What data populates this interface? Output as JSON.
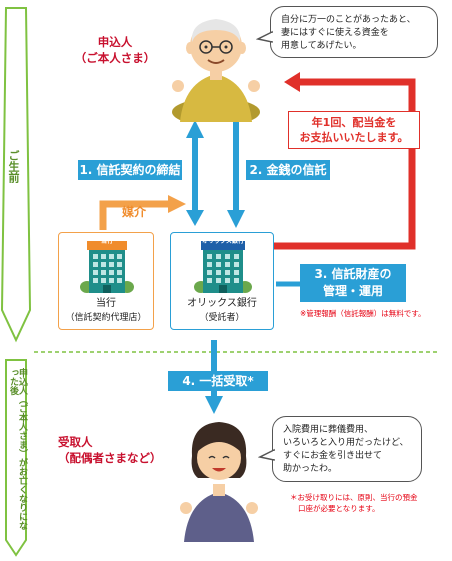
{
  "left_labels": {
    "top": "ご生前",
    "bottom": "申込人（ご本人さま）がお亡くなりになった後"
  },
  "applicant": {
    "name_lines": [
      "申込人",
      "（ご本人さま）"
    ],
    "speech_lines": [
      "自分に万一のことがあったあと、",
      "妻にはすぐに使える資金を",
      "用意してあげたい。"
    ]
  },
  "dividend": {
    "label_lines": [
      "年1回、配当金を",
      "お支払いいたします。"
    ]
  },
  "steps": {
    "step1": "1. 信託契約の締結",
    "step2": "2. 金銭の信託",
    "step3_lines": [
      "3. 信託財産の",
      "管理・運用"
    ],
    "step4": "4. 一括受取*"
  },
  "intermediary": "媒介",
  "bank_local": {
    "sign": "当行",
    "caption_lines": [
      "当行",
      "（信託契約代理店）"
    ]
  },
  "bank_orix": {
    "sign": "オリックス銀行",
    "caption_lines": [
      "オリックス銀行",
      "（受託者）"
    ]
  },
  "fee_note": "※管理報酬（信託報酬）は無料です。",
  "beneficiary": {
    "name_lines": [
      "受取人",
      "（配偶者さまなど）"
    ],
    "speech_lines": [
      "入院費用に葬儀費用、",
      "いろいろと入り用だったけど、",
      "すぐにお金を引き出せて",
      "助かったわ。"
    ]
  },
  "receipt_note_lines": [
    "＊お受け取りには、原則、当行の預金",
    "口座が必要となります。"
  ],
  "colors": {
    "accent_green": "#7fc241",
    "blue": "#2a9fd6",
    "red": "#e0302a",
    "orange": "#f3a14a",
    "name_red": "#c8102e"
  }
}
